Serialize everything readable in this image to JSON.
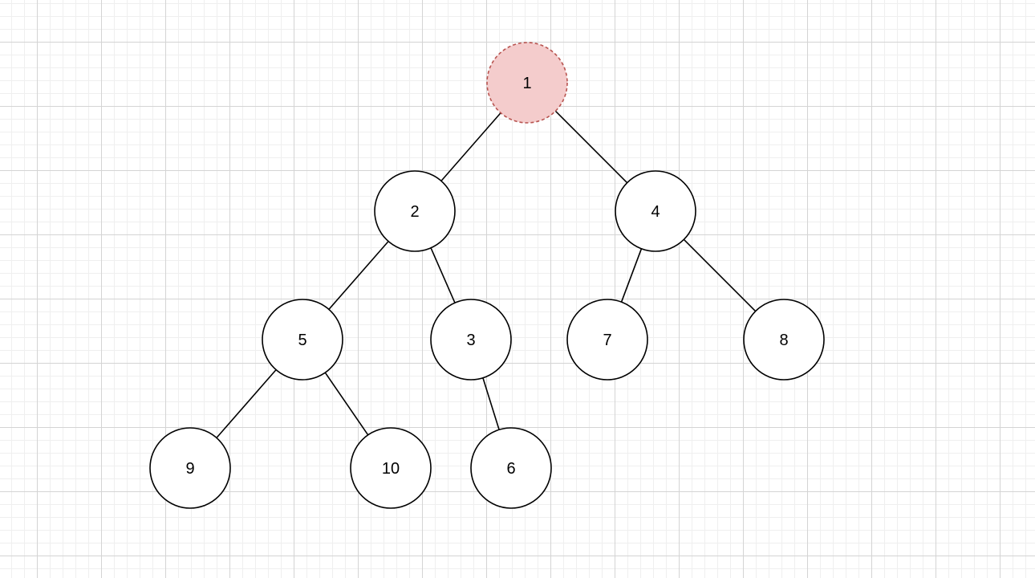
{
  "diagram": {
    "highlight": {
      "node_id": "1",
      "fill": "#f4cccc",
      "stroke": "#b85450",
      "dashed": true
    },
    "default_style": {
      "fill": "#ffffff",
      "stroke": "#000000"
    },
    "nodes": [
      {
        "id": "1",
        "label": "1"
      },
      {
        "id": "2",
        "label": "2"
      },
      {
        "id": "4",
        "label": "4"
      },
      {
        "id": "5",
        "label": "5"
      },
      {
        "id": "3",
        "label": "3"
      },
      {
        "id": "7",
        "label": "7"
      },
      {
        "id": "8",
        "label": "8"
      },
      {
        "id": "9",
        "label": "9"
      },
      {
        "id": "10",
        "label": "10"
      },
      {
        "id": "6",
        "label": "6"
      }
    ],
    "edges": [
      {
        "from": "1",
        "to": "2"
      },
      {
        "from": "1",
        "to": "4"
      },
      {
        "from": "2",
        "to": "5"
      },
      {
        "from": "2",
        "to": "3"
      },
      {
        "from": "4",
        "to": "7"
      },
      {
        "from": "4",
        "to": "8"
      },
      {
        "from": "5",
        "to": "9"
      },
      {
        "from": "5",
        "to": "10"
      },
      {
        "from": "3",
        "to": "6"
      }
    ]
  }
}
